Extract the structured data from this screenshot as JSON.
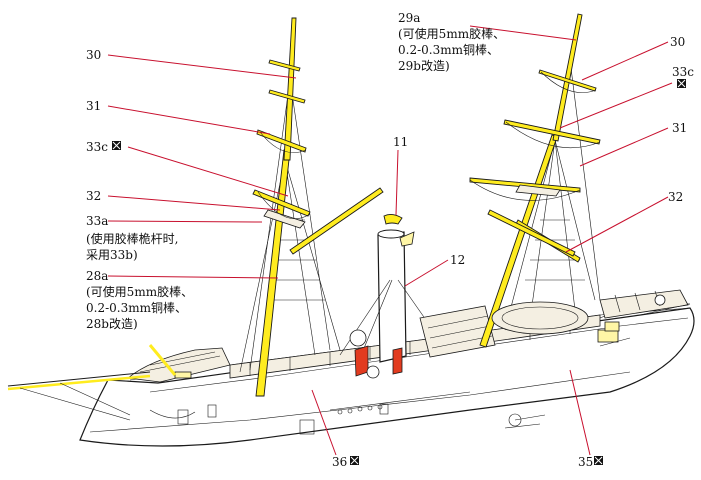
{
  "labels": {
    "l30_left": "30",
    "l31_left": "31",
    "l33c_left": "33c",
    "l32_left": "32",
    "l33a": "33a",
    "l33a_note_1": "(使用胶棒桅杆时,",
    "l33a_note_2": "采用33b)",
    "l28a": "28a",
    "l28a_note_1": "(可使用5mm胶棒、",
    "l28a_note_2": "0.2-0.3mm铜棒、",
    "l28a_note_3": "28b改造)",
    "l11": "11",
    "l12": "12",
    "l29a": "29a",
    "l29a_note_1": "(可使用5mm胶棒、",
    "l29a_note_2": "0.2-0.3mm铜棒、",
    "l29a_note_3": "29b改造)",
    "l30_right": "30",
    "l33c_right": "33c",
    "l31_right": "31",
    "l32_right": "32",
    "l36": "36",
    "l35": "35"
  },
  "icons": {
    "pack_symbol": "crossed-box-icon"
  },
  "colors": {
    "mast": "#ffec1f",
    "leader": "#c8102e",
    "hull": "#ffffff",
    "deck": "#f4efe2",
    "accent_red": "#e23b1f"
  }
}
